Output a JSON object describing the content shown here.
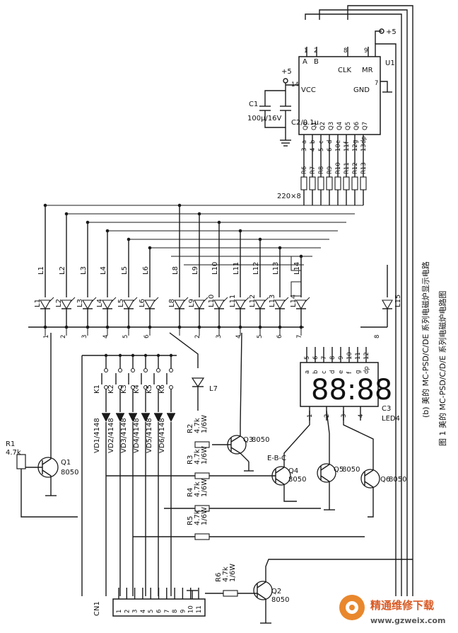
{
  "captions": {
    "sub_caption": "(b) 美的 MC-PSD/C/DE 系列电磁炉显示电路",
    "figure_caption": "图 1  美的 MC-PSD/C/D/E 系列电磁炉电路图"
  },
  "watermark": {
    "site_name": "精通维修下载",
    "url": "www.gzweix.com"
  },
  "ic_u1": {
    "ref": "U1",
    "pin_labels": [
      "A",
      "B",
      "CLK",
      "MR",
      "VCC",
      "GND",
      "Q0",
      "Q1",
      "Q2",
      "Q3",
      "Q4",
      "Q5",
      "Q6",
      "Q7"
    ],
    "pin_numbers": [
      "1",
      "2",
      "8",
      "9",
      "14",
      "7",
      "3",
      "4",
      "5",
      "6",
      "10",
      "11",
      "12",
      "13"
    ],
    "supply": "+5"
  },
  "capacitors": {
    "c1_ref": "C1",
    "c1_value": "100μ/16V",
    "c2_label": "C2/0.1μ",
    "c3_ref": "C3"
  },
  "resistor_array": {
    "label": "220×8",
    "refs": [
      "R6",
      "R7",
      "R8",
      "R9",
      "R10",
      "R11",
      "R12",
      "R13"
    ],
    "pins": [
      "3",
      "4",
      "5",
      "6",
      "10",
      "11",
      "12",
      "13"
    ],
    "segments": [
      "a",
      "b",
      "c",
      "d",
      "e",
      "f",
      "g",
      "dp"
    ]
  },
  "leds": {
    "top_labels": [
      "L1",
      "L2",
      "L3",
      "L4",
      "L5",
      "L6",
      "L8",
      "L9",
      "L10",
      "L11",
      "L12",
      "L13",
      "L14"
    ],
    "bottom_labels": [
      "L1",
      "L2",
      "L3",
      "L4",
      "L5",
      "L6",
      "L8",
      "L9",
      "L10",
      "L11",
      "L12",
      "L13",
      "L14",
      "L15"
    ],
    "l7_label": "L7",
    "row_numbers": [
      "1",
      "2",
      "3",
      "4",
      "5",
      "6",
      "2",
      "3",
      "4",
      "5",
      "6",
      "7",
      "8"
    ]
  },
  "display": {
    "ref": "LED4",
    "digits": "88:88",
    "seg_pins": [
      "5",
      "6",
      "7",
      "8",
      "9",
      "10",
      "11",
      "12"
    ],
    "seg_names": [
      "a",
      "b",
      "c",
      "d",
      "e",
      "f",
      "g",
      "dp"
    ],
    "digit_pins": [
      "1",
      "2",
      "3",
      "4"
    ]
  },
  "keys": {
    "labels": [
      "K1",
      "K2",
      "K3",
      "K4",
      "K5",
      "K6"
    ]
  },
  "diodes": {
    "labels": [
      "VD1/4148",
      "VD2/4148",
      "VD3/4148",
      "VD4/4148",
      "VD5/4148",
      "VD6/4148"
    ]
  },
  "resistors": {
    "r1": {
      "ref": "R1",
      "value": "4.7k"
    },
    "r2": {
      "ref": "R2",
      "value": "4.7k",
      "power": "1/6W"
    },
    "r3": {
      "ref": "R3",
      "value": "4.7k",
      "power": "1/6W"
    },
    "r4": {
      "ref": "R4",
      "value": "4.7k",
      "power": "1/6W"
    },
    "r5": {
      "ref": "R5",
      "value": "4.7k",
      "power": "1/6W"
    },
    "r6": {
      "ref": "R6",
      "value": "4.7k",
      "power": "1/6W"
    }
  },
  "transistors": {
    "q1": {
      "ref": "Q1",
      "type": "8050"
    },
    "q2": {
      "ref": "Q2",
      "type": "8050"
    },
    "q3": {
      "ref": "Q3",
      "type": "8050"
    },
    "q4": {
      "ref": "Q4",
      "type": "8050"
    },
    "q5": {
      "ref": "Q5",
      "type": "8050"
    },
    "q6": {
      "ref": "Q6",
      "type": "8050"
    },
    "ebc": "E-B-C"
  },
  "connector": {
    "ref": "CN1",
    "pins": [
      "1",
      "2",
      "3",
      "4",
      "5",
      "6",
      "7",
      "8",
      "9",
      "10",
      "11"
    ]
  }
}
